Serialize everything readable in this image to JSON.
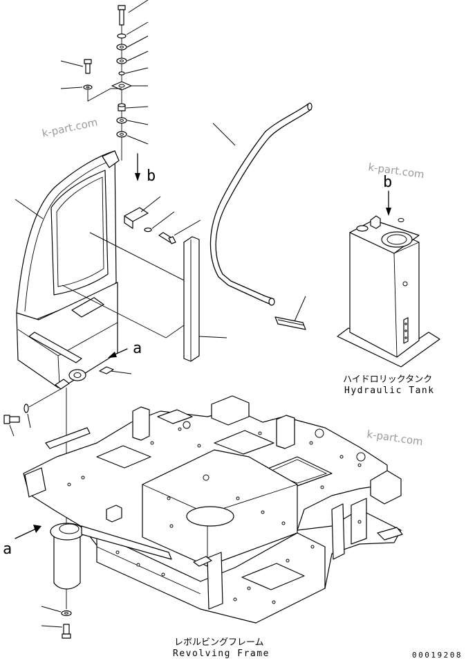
{
  "labels": {
    "ref_a": "a",
    "ref_b": "b",
    "hydraulic_tank_jp": "ハイドロリックタンク",
    "hydraulic_tank_en": "Hydraulic Tank",
    "revolving_frame_jp": "レボルビングフレーム",
    "revolving_frame_en": "Revolving Frame",
    "drawing_number": "00019208"
  },
  "watermark": "k-part.com"
}
